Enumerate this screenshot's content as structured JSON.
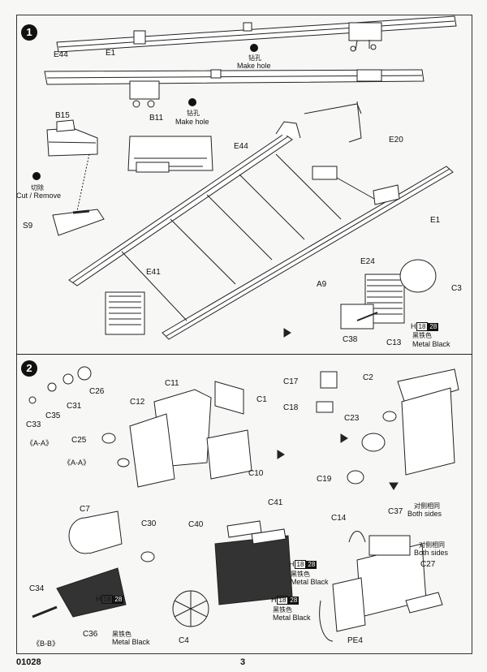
{
  "page": {
    "catalog_number": "01028",
    "page_number": "3"
  },
  "step1": {
    "number": "1",
    "labels": {
      "e44_top": "E44",
      "e1_top": "E1",
      "b15": "B15",
      "b11": "B11",
      "e44_mid": "E44",
      "e20": "E20",
      "s9": "S9",
      "e1_right": "E1",
      "e41": "E41",
      "e24": "E24",
      "a9": "A9",
      "c3": "C3",
      "c38": "C38",
      "c13": "C13"
    },
    "make_hole_1": {
      "cn": "钻孔",
      "en": "Make hole"
    },
    "make_hole_2": {
      "cn": "钻孔",
      "en": "Make hole"
    },
    "cut_remove": {
      "cn": "切除",
      "en": "Cut / Remove"
    },
    "paint_c13": {
      "prefix": "H",
      "code": "18",
      "num": "28",
      "cn": "黑铁色",
      "en": "Metal  Black"
    }
  },
  "step2": {
    "number": "2",
    "labels": {
      "c26": "C26",
      "c31": "C31",
      "c35": "C35",
      "c33": "C33",
      "aa1": "《A-A》",
      "c11": "C11",
      "c1": "C1",
      "c12": "C12",
      "c25": "C25",
      "aa2": "《A-A》",
      "c10": "C10",
      "c17": "C17",
      "c18": "C18",
      "c2": "C2",
      "c23": "C23",
      "c19": "C19",
      "c7": "C7",
      "c30": "C30",
      "c40": "C40",
      "c41": "C41",
      "c14": "C14",
      "c37": "C37",
      "c34": "C34",
      "c36": "C36",
      "c4": "C4",
      "bb": "《B-B》",
      "c27": "C27",
      "pe4": "PE4"
    },
    "both_sides_1": {
      "cn": "对侧相同",
      "en": "Both sides"
    },
    "both_sides_2": {
      "cn": "对侧相同",
      "en": "Both sides"
    },
    "paint_c36": {
      "prefix": "H",
      "code": "18",
      "num": "28",
      "cn": "黑铁色",
      "en": "Metal  Black"
    },
    "paint_c41": {
      "prefix": "H",
      "code": "18",
      "num": "28",
      "cn": "黑铁色",
      "en": "Metal  Black"
    },
    "paint_engine": {
      "prefix": "H",
      "code": "18",
      "num": "28",
      "cn": "黑铁色",
      "en": "Metal  Black"
    }
  }
}
